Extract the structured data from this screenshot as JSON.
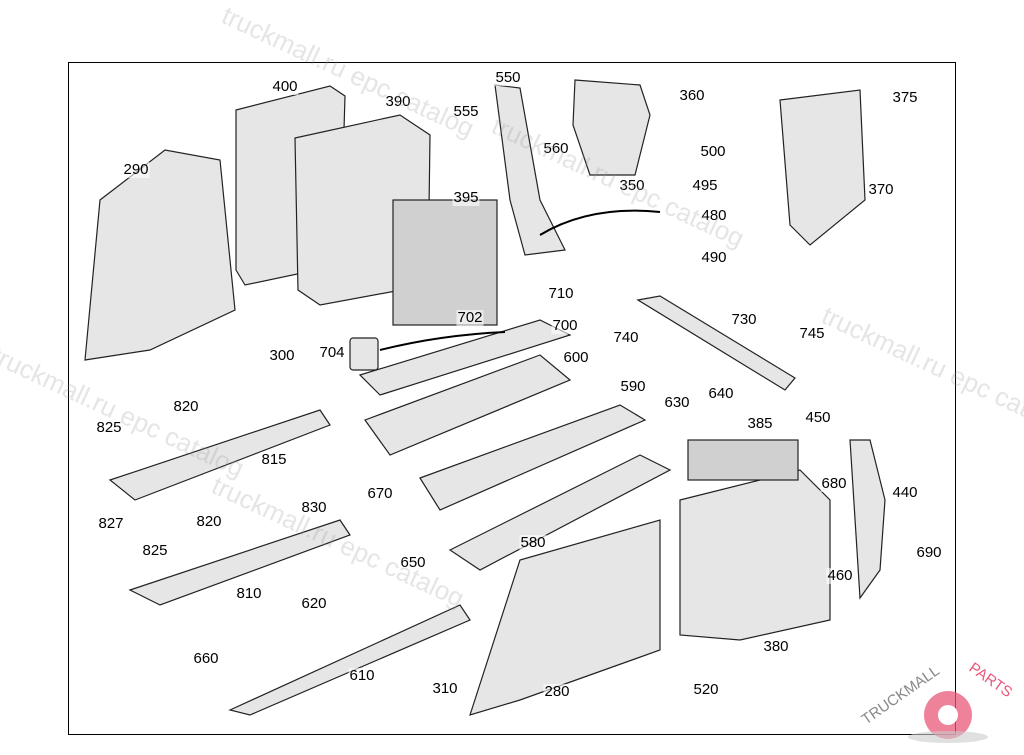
{
  "diagram": {
    "labels": [
      "400",
      "390",
      "550",
      "555",
      "360",
      "375",
      "290",
      "560",
      "500",
      "350",
      "495",
      "370",
      "395",
      "480",
      "490",
      "710",
      "702",
      "700",
      "730",
      "300",
      "704",
      "740",
      "745",
      "600",
      "590",
      "820",
      "630",
      "640",
      "450",
      "385",
      "825",
      "815",
      "670",
      "680",
      "440",
      "830",
      "827",
      "820",
      "825",
      "580",
      "650",
      "690",
      "460",
      "810",
      "620",
      "380",
      "660",
      "610",
      "310",
      "280",
      "520"
    ]
  },
  "watermarks": [
    "truckmall.ru epc catalog",
    "truckmall.ru epc catalog",
    "truckmall.ru epc catalog",
    "truckmall.ru epc catalog",
    "truckmall.ru epc catalog"
  ],
  "logo": {
    "text_dark": "TRUCKMALL",
    "text_accent": "PARTS",
    "accent_color": "#e8587a"
  },
  "colors": {
    "line": "#000000",
    "part_fill": "#e6e6e6"
  }
}
